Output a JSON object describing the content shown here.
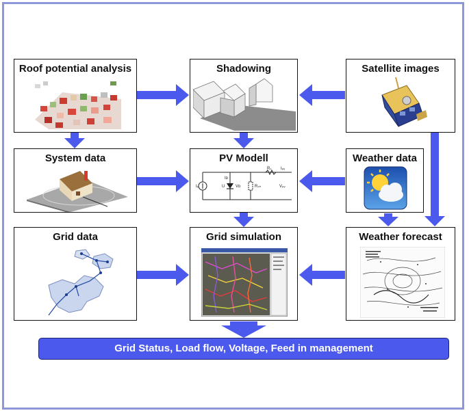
{
  "boxes": {
    "roof": {
      "title": "Roof potential analysis"
    },
    "shadowing": {
      "title": "Shadowing"
    },
    "satellite": {
      "title": "Satellite images"
    },
    "system": {
      "title": "System data"
    },
    "pv": {
      "title": "PV Modell",
      "circuit_labels": [
        "Iₑ",
        "Iᴅ",
        "U",
        "Vᴅ",
        "Rₛ",
        "Rₛₕ",
        "Iₚᵥ",
        "Vₚᵥ"
      ]
    },
    "weather_data": {
      "title": "Weather data"
    },
    "grid_data": {
      "title": "Grid data"
    },
    "grid_sim": {
      "title": "Grid simulation"
    },
    "weather_forecast": {
      "title": "Weather forecast"
    }
  },
  "output": {
    "label": "Grid Status, Load flow, Voltage, Feed in management"
  },
  "colors": {
    "arrow": "#4b59ec",
    "frame": "#8d97d7",
    "output_bar": "#4b59ec"
  },
  "icons": [
    "city-roofs-icon",
    "buildings-shadow-icon",
    "satellite-icon",
    "house-sundial-icon",
    "circuit-diagram-icon",
    "sun-cloud-icon",
    "grid-map-icon",
    "grid-simulation-screen-icon",
    "weather-map-icon"
  ]
}
